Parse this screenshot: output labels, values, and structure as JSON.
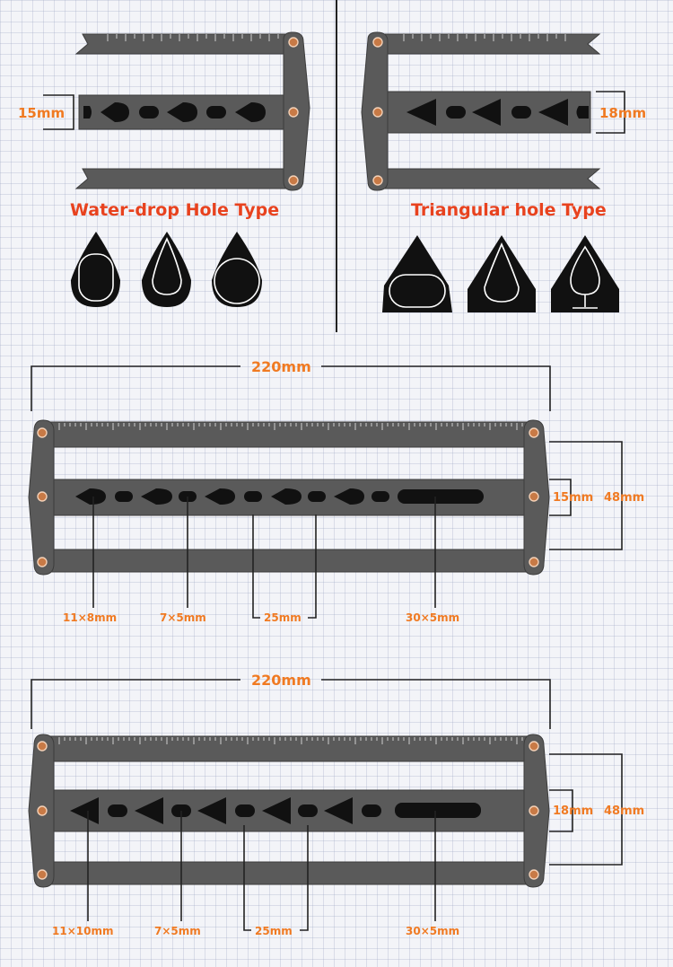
{
  "top_left": {
    "type_title": "Water-drop Hole Type",
    "height_label": "15mm"
  },
  "top_right": {
    "type_title": "Triangular hole Type",
    "height_label": "18mm"
  },
  "panel_1": {
    "width_label": "220mm",
    "inner_height_label": "15mm",
    "outer_height_label": "48mm",
    "callouts": [
      "11×8mm",
      "7×5mm",
      "25mm",
      "30×5mm"
    ]
  },
  "panel_2": {
    "width_label": "220mm",
    "inner_height_label": "18mm",
    "outer_height_label": "48mm",
    "callouts": [
      "11×10mm",
      "7×5mm",
      "25mm",
      "30×5mm"
    ]
  },
  "colors": {
    "accent_orange": "#f07a22",
    "title_red": "#e8421e",
    "metal": "#5a5a5a",
    "rivet": "#c87a46"
  }
}
